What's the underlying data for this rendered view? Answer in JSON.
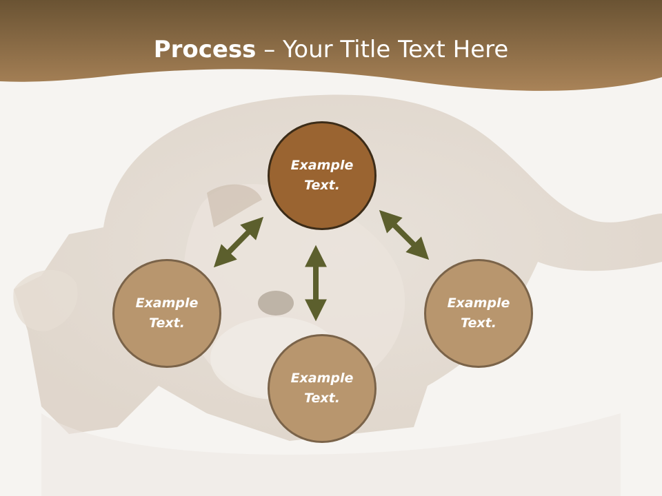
{
  "slide": {
    "title_bold": "Process",
    "title_rest": " – Your Title Text Here"
  },
  "diagram": {
    "type": "process-cycle",
    "nodes": [
      {
        "id": "top",
        "text": "Example Text.",
        "highlighted": true
      },
      {
        "id": "left",
        "text": "Example Text.",
        "highlighted": false
      },
      {
        "id": "right",
        "text": "Example Text.",
        "highlighted": false
      },
      {
        "id": "bottom",
        "text": "Example Text.",
        "highlighted": false
      }
    ],
    "connectors": [
      {
        "from": "left",
        "to": "top",
        "style": "double-arrow"
      },
      {
        "from": "top",
        "to": "right",
        "style": "double-arrow"
      },
      {
        "from": "top",
        "to": "bottom",
        "style": "double-arrow"
      }
    ]
  },
  "colors": {
    "header_dark": "#6a5333",
    "header_light": "#a98358",
    "node_highlight": "#9a6431",
    "node_default": "#b8966e",
    "arrow": "#5c5f2d",
    "background": "#f6f4f1"
  }
}
